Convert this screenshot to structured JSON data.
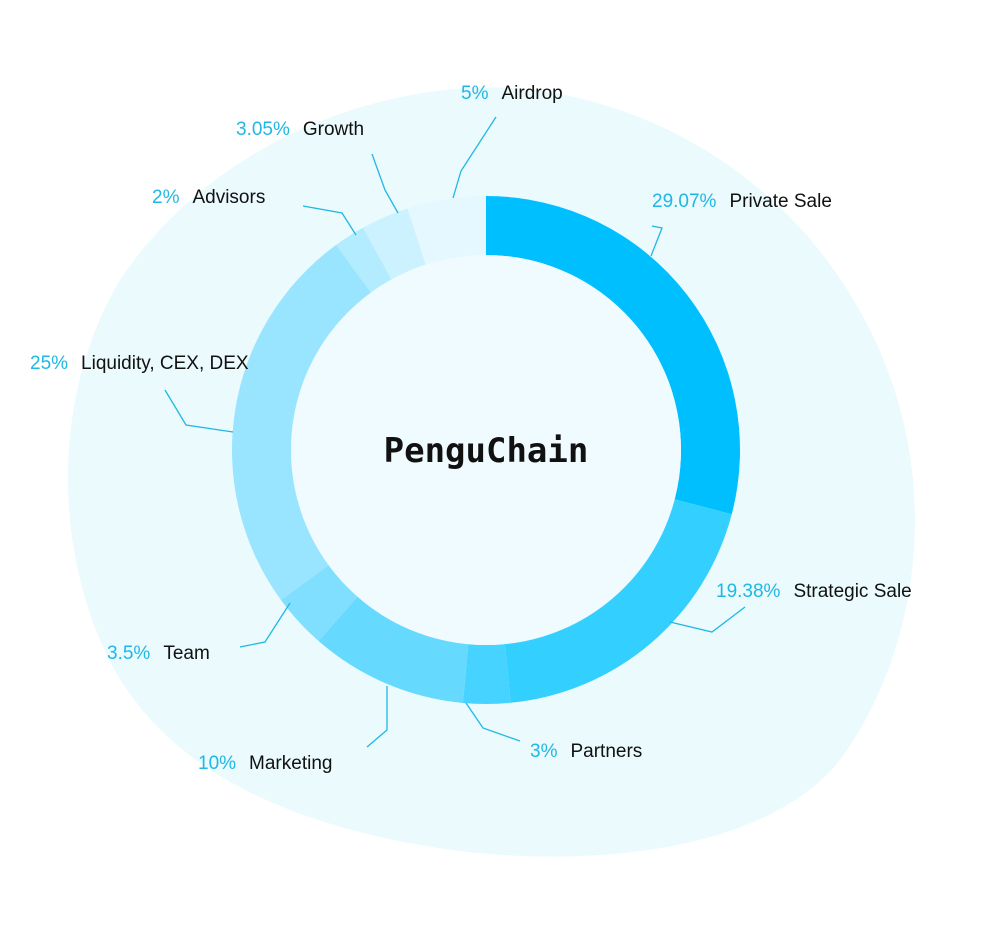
{
  "chart_data": {
    "type": "pie",
    "title": "PenguChain",
    "donut": true,
    "slices": [
      {
        "pct_label": "29.07%",
        "label": "Private Sale",
        "value": 29.07,
        "color": "#00bfff"
      },
      {
        "pct_label": "19.38%",
        "label": "Strategic Sale",
        "value": 19.38,
        "color": "#33cfff"
      },
      {
        "pct_label": "3%",
        "label": "Partners",
        "value": 3,
        "color": "#47d3ff"
      },
      {
        "pct_label": "10%",
        "label": "Marketing",
        "value": 10,
        "color": "#66d9ff"
      },
      {
        "pct_label": "3.5%",
        "label": "Team",
        "value": 3.5,
        "color": "#80dfff"
      },
      {
        "pct_label": "25%",
        "label": "Liquidity, CEX, DEX",
        "value": 25,
        "color": "#99e4ff"
      },
      {
        "pct_label": "2%",
        "label": "Advisors",
        "value": 2,
        "color": "#b3ebff"
      },
      {
        "pct_label": "3.05%",
        "label": "Growth",
        "value": 3.05,
        "color": "#ccf1ff"
      },
      {
        "pct_label": "5%",
        "label": "Airdrop",
        "value": 5,
        "color": "#e5f8ff"
      }
    ]
  },
  "colors": {
    "blob": "#eafafd",
    "inner": "#effbfe",
    "leader": "#1fb8e6",
    "percent_text": "#1fb8e6"
  }
}
